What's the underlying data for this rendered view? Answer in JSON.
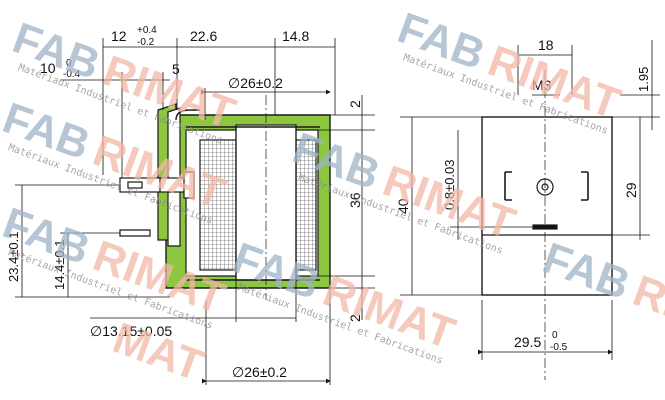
{
  "side_view": {
    "dims": {
      "top_left_tol": "12",
      "tol_plus_a": "+0.4",
      "tol_minus_a": "-0.2",
      "d_22_6": "22.6",
      "d_14_8": "14.8",
      "left_tol": "10",
      "tol_plus_b": "0",
      "tol_minus_b": "-0.4",
      "d_5": "5",
      "dia_top": "∅26±0.2",
      "d_2_top": "2",
      "d_36": "36",
      "d_2_bottom": "2",
      "d_23_4": "23.4±0.1",
      "d_14_4": "14.4±0.1",
      "dia_13_15": "∅13.15±0.05",
      "dia_bottom": "∅26±0.2"
    }
  },
  "front_view": {
    "dims": {
      "d_18": "18",
      "d_1_95": "1.95",
      "m3": "M3",
      "d_40": "40",
      "d_0_8": "0.8±0.03",
      "d_29": "29",
      "d_29_5": "29.5",
      "tol_plus_c": "0",
      "tol_minus_c": "-0.5"
    }
  },
  "watermark": {
    "brand_left": "FAB",
    "brand_mid": "RI",
    "brand_right": "MAT",
    "tagline": "Matériaux Industriel et Fabrications"
  },
  "colors": {
    "coil_green": "#8dc640",
    "line": "#1a1a1a",
    "watermark_blue": "#9fb4c8",
    "watermark_orange": "#f2b8a6"
  }
}
